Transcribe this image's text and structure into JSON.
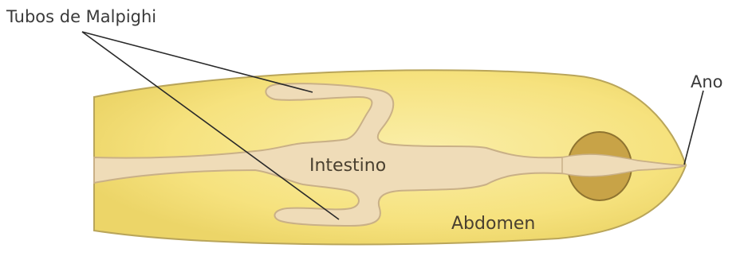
{
  "labels": {
    "malpighi": "Tubos de Malpighi",
    "intestine": "Intestino",
    "abdomen": "Abdomen",
    "anus": "Ano"
  },
  "colors": {
    "abdomen_fill": "#f7e58a",
    "abdomen_outline": "#b9a55a",
    "gut_fill": "#efdcb8",
    "gut_outline": "#c9b087",
    "rectal_pad_fill": "#c8a347",
    "rectal_pad_outline": "#8f7430"
  }
}
